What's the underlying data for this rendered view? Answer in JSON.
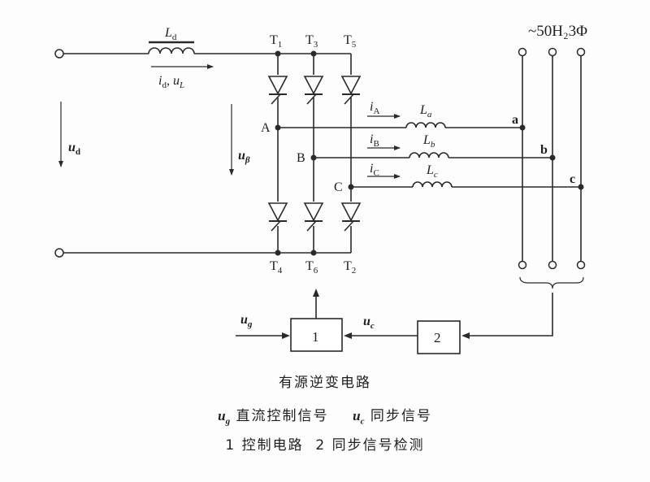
{
  "labels": {
    "Ld": "L",
    "Ld_sub": "d",
    "id_uL_i": "i",
    "id_uL_i_sub": "d",
    "id_uL_sep": ", ",
    "id_uL_u": "u",
    "id_uL_u_sub": "L",
    "T1": "T",
    "T1_sub": "1",
    "T3": "T",
    "T3_sub": "3",
    "T5": "T",
    "T5_sub": "5",
    "T4": "T",
    "T4_sub": "4",
    "T6": "T",
    "T6_sub": "6",
    "T2": "T",
    "T2_sub": "2",
    "node_A": "A",
    "node_B": "B",
    "node_C": "C",
    "node_a": "a",
    "node_b": "b",
    "node_c": "c",
    "iA": "i",
    "iA_sub": "A",
    "iB": "i",
    "iB_sub": "B",
    "iC": "i",
    "iC_sub": "C",
    "La": "L",
    "La_sub": "a",
    "Lb": "L",
    "Lb_sub": "b",
    "Lc": "L",
    "Lc_sub": "c",
    "ud": "u",
    "ud_sub": "d",
    "ubeta": "u",
    "ubeta_sub": "β",
    "ug": "u",
    "ug_sub": "g",
    "uc": "u",
    "uc_sub": "c",
    "supply": "~50H₂3Φ",
    "block1": "1",
    "block2": "2"
  },
  "caption": {
    "title": "有源逆变电路",
    "line2_ug": "u",
    "line2_ug_sub": "g",
    "line2_ug_desc": "直流控制信号",
    "line2_uc": "u",
    "line2_uc_sub": "c",
    "line2_uc_desc": "同步信号",
    "line3": "1 控制电路  2 同步信号检测"
  }
}
